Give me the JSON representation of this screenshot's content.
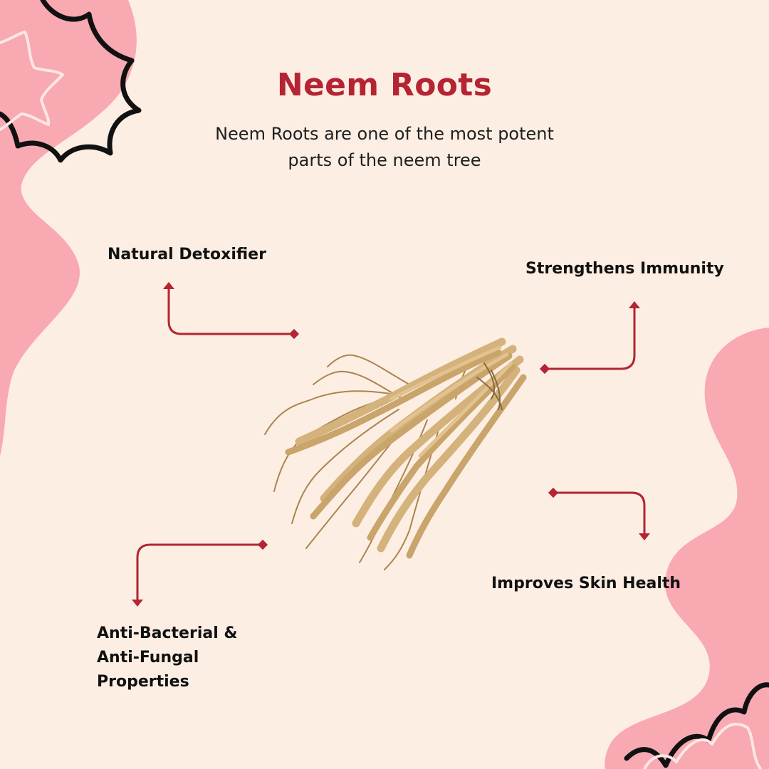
{
  "header": {
    "title": "Neem Roots",
    "subtitle": "Neem Roots are one of the most potent parts of the neem tree"
  },
  "benefits": [
    {
      "label": "Natural Detoxifier"
    },
    {
      "label": "Strengthens Immunity"
    },
    {
      "label": "Improves Skin Health"
    },
    {
      "label": "Anti-Bacterial & Anti-Fungal Properties"
    }
  ],
  "colors": {
    "background": "#fdeee3",
    "blob": "#f8a9b2",
    "accent": "#b42432",
    "root": "#d2b07a"
  },
  "images": {
    "product": "neem-roots-bundle"
  }
}
